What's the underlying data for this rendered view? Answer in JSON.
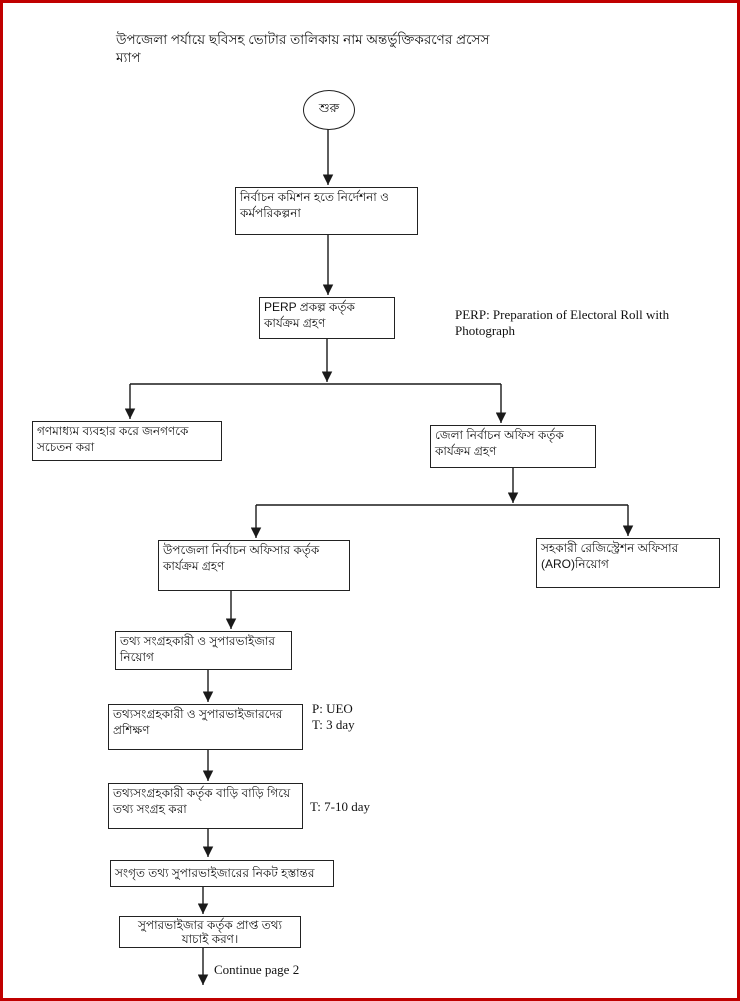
{
  "page": {
    "title": "উপজেলা পর্যায়ে ছবিসহ ভোটার তালিকায় নাম অন্তর্ভুক্তিকরণের প্রসেস ম্যাপ",
    "border_color": "#c00000",
    "line_color": "#1a1a1a"
  },
  "flowchart": {
    "start": "শুরু",
    "nodes": {
      "ec_directive": "নির্বাচন কমিশন হতে নির্দেশনা ও কর্মপরিকল্পনা",
      "perp_program": "PERP প্রকল্প কর্তৃক কার্যক্রম গ্রহণ",
      "mass_media": "গণমাধ্যম ব্যবহার করে জনগণকে সচেতন করা",
      "district_office": "জেলা নির্বাচন অফিস কর্তৃক কার্যক্রম গ্রহণ",
      "upazila_officer": "উপজেলা নির্বাচন অফিসার কর্তৃক কার্যক্রম গ্রহণ",
      "aro_appointment": "সহকারী রেজিস্ট্রেশন অফিসার (ARO)নিয়োগ",
      "collector_appointment": "তথ্য সংগ্রহকারী ও সুপারভাইজার নিয়োগ",
      "training": "তথ্যসংগ্রহকারী ও সুপারভাইজারদের প্রশিক্ষণ",
      "house_to_house": "তথ্যসংগ্রহকারী কর্তৃক বাড়ি বাড়ি গিয়ে তথ্য সংগ্রহ করা",
      "handover": "সংগৃত তথ্য সুপারভাইজারের নিকট হস্তান্তর",
      "verification": "সুপারভাইজার কর্তৃক প্রাপ্ত তথ্য যাচাই করণ।"
    },
    "annotations": {
      "perp_note": "PERP: Preparation of Electoral Roll with Photograph",
      "training_note_p": "P: UEO",
      "training_note_t": "T: 3 day",
      "collection_note_t": "T: 7-10 day",
      "continue_note": "Continue page 2"
    }
  }
}
